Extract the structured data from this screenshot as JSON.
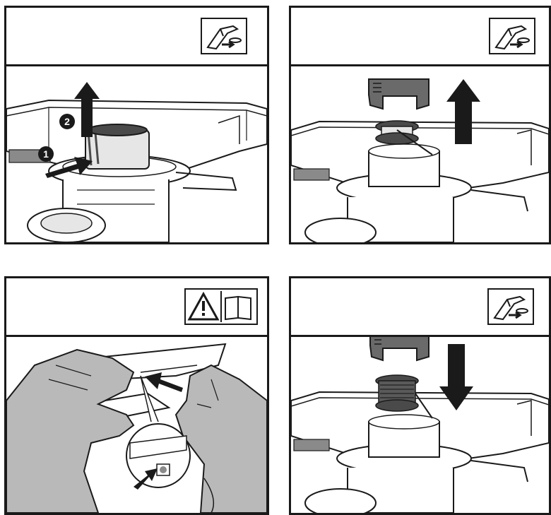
{
  "panels": [
    {
      "id": "step-1",
      "header_icon": "power-off-unplug-icon",
      "callouts": [
        "1",
        "2"
      ]
    },
    {
      "id": "step-2",
      "header_icon": "power-off-unplug-icon",
      "callouts": []
    },
    {
      "id": "step-3",
      "header_icon": "warning-read-manual-icon",
      "callouts": []
    },
    {
      "id": "step-4",
      "header_icon": "power-off-unplug-icon",
      "callouts": []
    }
  ],
  "colors": {
    "line": "#1a1a1a",
    "glove": "#b9b9b9",
    "housing": "#e6e6e6",
    "dark_part": "#4a4a4a"
  }
}
